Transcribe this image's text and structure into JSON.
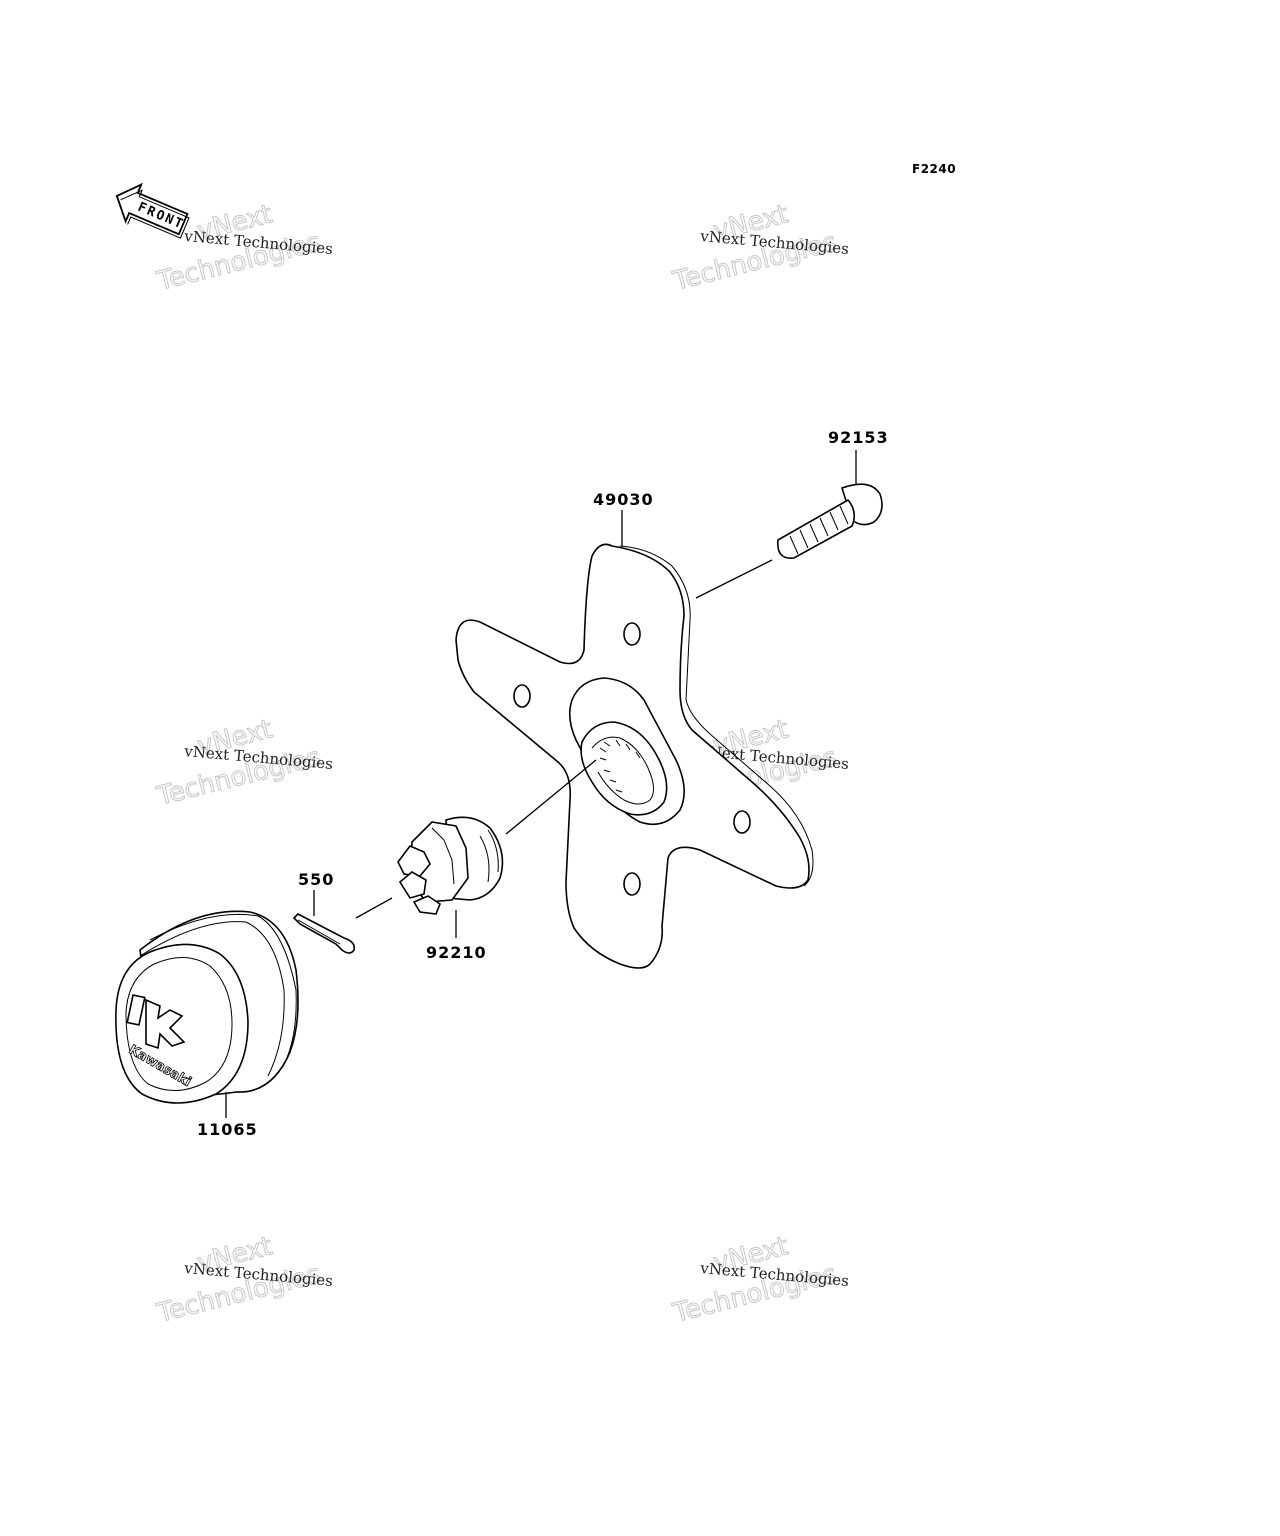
{
  "figure_code": "F2240",
  "front_arrow_label": "FRONT",
  "watermark": {
    "line1": "vNext Technologies",
    "line2": "vNext",
    "line3": "Technologies"
  },
  "cap_logo_text": "Kawasaki",
  "parts": [
    {
      "id": "92153",
      "label": "92153",
      "name": "bolt"
    },
    {
      "id": "49030",
      "label": "49030",
      "name": "hub-plate"
    },
    {
      "id": "550",
      "label": "550",
      "name": "cotter-pin"
    },
    {
      "id": "92210",
      "label": "92210",
      "name": "castle-nut"
    },
    {
      "id": "11065",
      "label": "11065",
      "name": "hub-cap"
    }
  ]
}
